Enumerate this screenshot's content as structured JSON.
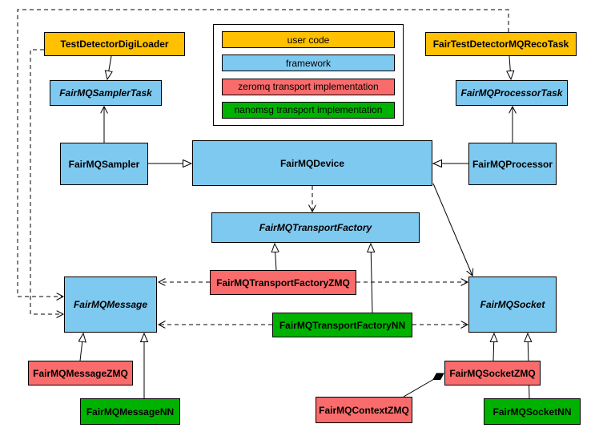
{
  "palette": {
    "user_code": "#FFC000",
    "framework": "#7EC9F0",
    "zeromq": "#FA6B6B",
    "nanomsg": "#00B200"
  },
  "legend": {
    "items": [
      {
        "label": "user code",
        "category": "user_code"
      },
      {
        "label": "framework",
        "category": "framework"
      },
      {
        "label": "zeromq transport implementation",
        "category": "zeromq"
      },
      {
        "label": "nanomsg transport implementation",
        "category": "nanomsg"
      }
    ]
  },
  "nodes": {
    "testDetectorDigiLoader": {
      "label": "TestDetectorDigiLoader",
      "category": "user_code",
      "abstract": false
    },
    "fairTestDetectorMQRecoTask": {
      "label": "FairTestDetectorMQRecoTask",
      "category": "user_code",
      "abstract": false
    },
    "fairMQSamplerTask": {
      "label": "FairMQSamplerTask",
      "category": "framework",
      "abstract": true
    },
    "fairMQProcessorTask": {
      "label": "FairMQProcessorTask",
      "category": "framework",
      "abstract": true
    },
    "fairMQSampler": {
      "label": "FairMQSampler",
      "category": "framework",
      "abstract": false
    },
    "fairMQDevice": {
      "label": "FairMQDevice",
      "category": "framework",
      "abstract": false
    },
    "fairMQProcessor": {
      "label": "FairMQProcessor",
      "category": "framework",
      "abstract": false
    },
    "fairMQTransportFactory": {
      "label": "FairMQTransportFactory",
      "category": "framework",
      "abstract": true
    },
    "fairMQTransportFactoryZMQ": {
      "label": "FairMQTransportFactoryZMQ",
      "category": "zeromq",
      "abstract": false
    },
    "fairMQTransportFactoryNN": {
      "label": "FairMQTransportFactoryNN",
      "category": "nanomsg",
      "abstract": false
    },
    "fairMQMessage": {
      "label": "FairMQMessage",
      "category": "framework",
      "abstract": true
    },
    "fairMQSocket": {
      "label": "FairMQSocket",
      "category": "framework",
      "abstract": true
    },
    "fairMQMessageZMQ": {
      "label": "FairMQMessageZMQ",
      "category": "zeromq",
      "abstract": false
    },
    "fairMQMessageNN": {
      "label": "FairMQMessageNN",
      "category": "nanomsg",
      "abstract": false
    },
    "fairMQSocketZMQ": {
      "label": "FairMQSocketZMQ",
      "category": "zeromq",
      "abstract": false
    },
    "fairMQSocketNN": {
      "label": "FairMQSocketNN",
      "category": "nanomsg",
      "abstract": false
    },
    "fairMQContextZMQ": {
      "label": "FairMQContextZMQ",
      "category": "zeromq",
      "abstract": false
    }
  },
  "edges": [
    {
      "from": "TestDetectorDigiLoader",
      "to": "FairMQSamplerTask",
      "type": "inheritance"
    },
    {
      "from": "FairTestDetectorMQRecoTask",
      "to": "FairMQProcessorTask",
      "type": "inheritance"
    },
    {
      "from": "FairMQSampler",
      "to": "FairMQSamplerTask",
      "type": "association"
    },
    {
      "from": "FairMQProcessor",
      "to": "FairMQProcessorTask",
      "type": "association"
    },
    {
      "from": "FairMQSampler",
      "to": "FairMQDevice",
      "type": "inheritance"
    },
    {
      "from": "FairMQProcessor",
      "to": "FairMQDevice",
      "type": "inheritance"
    },
    {
      "from": "FairMQDevice",
      "to": "FairMQTransportFactory",
      "type": "dependency"
    },
    {
      "from": "FairMQDevice",
      "to": "FairMQSocket",
      "type": "association"
    },
    {
      "from": "FairMQTransportFactoryZMQ",
      "to": "FairMQTransportFactory",
      "type": "inheritance"
    },
    {
      "from": "FairMQTransportFactoryNN",
      "to": "FairMQTransportFactory",
      "type": "inheritance"
    },
    {
      "from": "FairMQTransportFactoryZMQ",
      "to": "FairMQMessage",
      "type": "dependency"
    },
    {
      "from": "FairMQTransportFactoryZMQ",
      "to": "FairMQSocket",
      "type": "dependency"
    },
    {
      "from": "FairMQTransportFactoryNN",
      "to": "FairMQMessage",
      "type": "dependency"
    },
    {
      "from": "FairMQTransportFactoryNN",
      "to": "FairMQSocket",
      "type": "dependency"
    },
    {
      "from": "TestDetectorDigiLoader",
      "to": "FairMQMessage",
      "type": "dependency"
    },
    {
      "from": "FairTestDetectorMQRecoTask",
      "to": "FairMQMessage",
      "type": "dependency"
    },
    {
      "from": "FairMQMessageZMQ",
      "to": "FairMQMessage",
      "type": "inheritance"
    },
    {
      "from": "FairMQMessageNN",
      "to": "FairMQMessage",
      "type": "inheritance"
    },
    {
      "from": "FairMQSocketZMQ",
      "to": "FairMQSocket",
      "type": "inheritance"
    },
    {
      "from": "FairMQSocketNN",
      "to": "FairMQSocket",
      "type": "inheritance"
    },
    {
      "from": "FairMQContextZMQ",
      "to": "FairMQSocketZMQ",
      "type": "composition"
    }
  ]
}
